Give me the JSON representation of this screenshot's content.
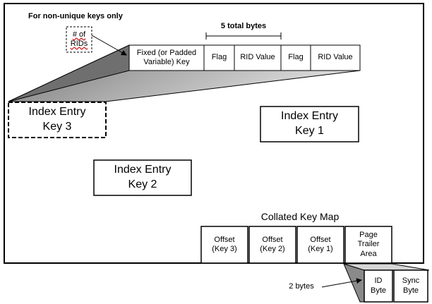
{
  "note": {
    "non_unique": "For non-unique keys only",
    "rids_count": "# of\nRIDs"
  },
  "key_record": {
    "total_bytes_label": "5 total bytes",
    "fields": [
      "Fixed (or Padded\nVariable) Key",
      "Flag",
      "RID Value",
      "Flag",
      "RID Value"
    ]
  },
  "index_entries": {
    "key3": "Index Entry\nKey 3",
    "key1": "Index Entry\nKey 1",
    "key2": "Index Entry\nKey 2"
  },
  "key_map": {
    "title": "Collated Key Map",
    "cells": [
      "Offset\n(Key 3)",
      "Offset\n(Key 2)",
      "Offset\n(Key 1)",
      "Page\nTrailer\nArea"
    ]
  },
  "trailer": {
    "bytes_label": "2 bytes",
    "cells": [
      "ID\nByte",
      "Sync\nByte"
    ]
  },
  "colors": {
    "callout_dark": "#777777",
    "callout_light": "#d4d4d4",
    "outline": "#000000"
  }
}
